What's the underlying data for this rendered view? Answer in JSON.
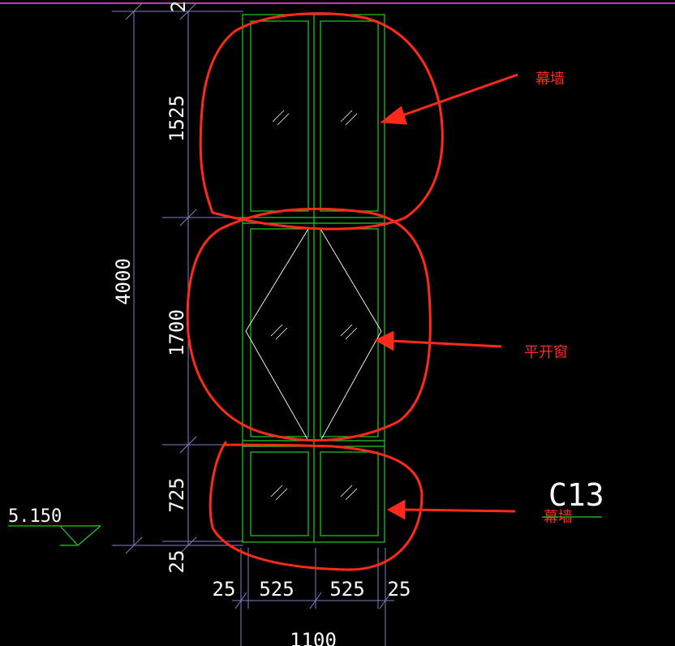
{
  "dimensions": {
    "overall_height": "4000",
    "segments_vertical": [
      "2",
      "1525",
      "1700",
      "725",
      "25"
    ],
    "segments_horizontal": [
      "25",
      "525",
      "525",
      "25"
    ],
    "overall_width": "1100"
  },
  "labels": {
    "upper": "幕墙",
    "middle": "平开窗",
    "lower": "幕墙"
  },
  "level_mark": "5.150",
  "window_tag": "C13",
  "colors": {
    "background": "#000000",
    "frame": "#22cc22",
    "dimension_line": "#8080c0",
    "annotation": "#ff2a1a",
    "top_line": "#cc33cc",
    "level": "#22cc22"
  }
}
